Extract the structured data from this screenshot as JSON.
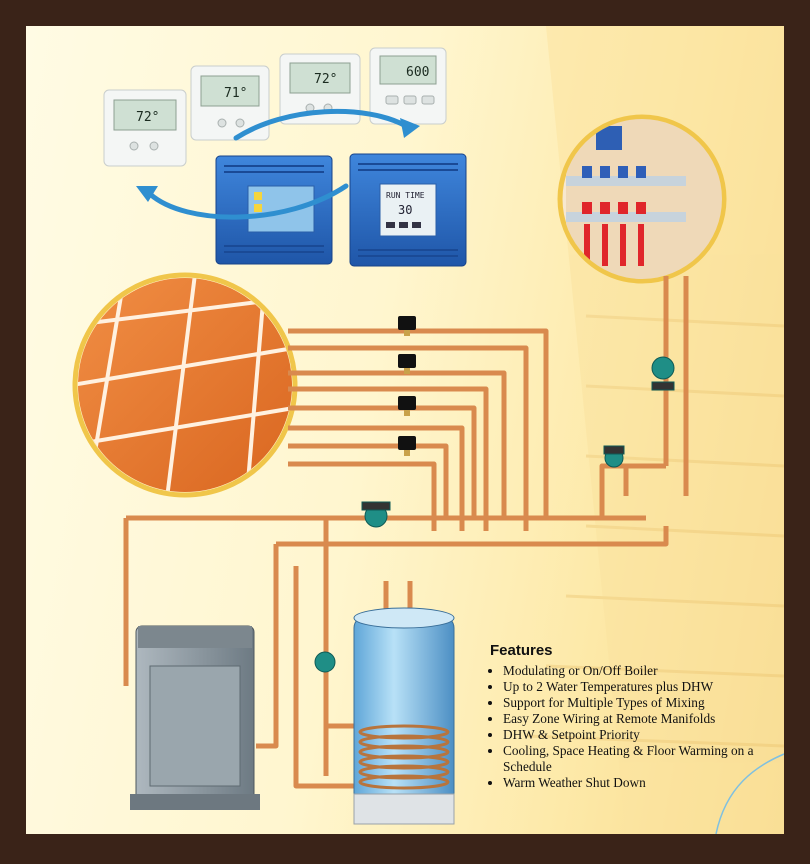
{
  "features": {
    "title": "Features",
    "items": [
      "Modulating or On/Off Boiler",
      "Up to 2 Water Temperatures plus DHW",
      "Support for Multiple Types of Mixing",
      "Easy Zone Wiring at Remote Manifolds",
      "DHW & Setpoint Priority",
      "Cooling, Space Heating & Floor Warming on a Schedule",
      "Warm Weather Shut Down"
    ]
  },
  "thermostats": [
    {
      "reading": "72°"
    },
    {
      "reading": "71°"
    },
    {
      "reading": "72°"
    },
    {
      "reading": "600"
    }
  ],
  "control_unit": {
    "display_label": "RUN TIME",
    "display_value": "30"
  },
  "colors": {
    "pipe": "#d98a4e",
    "panel_blue": "#2d6fc7",
    "arrow": "#2f8fd0",
    "tile": "#e57b2c",
    "tank": "#8ec7ec",
    "boiler": "#8c9aa3"
  }
}
